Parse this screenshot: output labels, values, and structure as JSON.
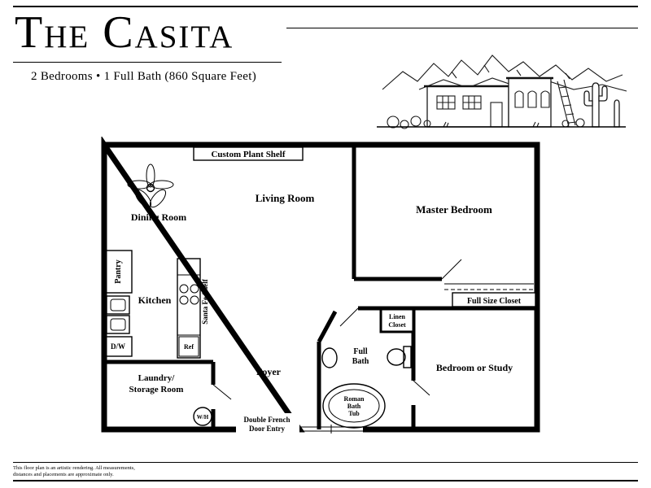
{
  "header": {
    "title": "The Casita",
    "subtitle": "2 Bedrooms • 1 Full Bath (860 Square Feet)"
  },
  "floorplan": {
    "labels": {
      "plant_shelf": "Custom Plant Shelf",
      "living_room": "Living Room",
      "dining_room": "Dining Room",
      "master_bedroom": "Master Bedroom",
      "closet": "Full Size Closet",
      "pantry": "Pantry",
      "kitchen": "Kitchen",
      "santa_fe_shelf": "Santa Fe Shelf",
      "dishwasher": "D/W",
      "refrigerator": "Ref",
      "laundry": [
        "Laundry/",
        "Storage Room"
      ],
      "water_heater": "W/H",
      "foyer": "Foyer",
      "entry": [
        "Double French",
        "Door Entry"
      ],
      "full_bath": [
        "Full",
        "Bath"
      ],
      "linen_closet": [
        "Linen",
        "Closet"
      ],
      "roman_tub": [
        "Roman",
        "Bath",
        "Tub"
      ],
      "bedroom_study": "Bedroom or Study"
    },
    "icons": {
      "ceiling_fan": "ceiling-fan-icon",
      "stove_burners": "stove-burners-icon",
      "refrigerator": "refrigerator-icon",
      "water_heater": "water-heater-icon",
      "sink": "sink-icon",
      "toilet": "toilet-icon",
      "roman_tub": "bathtub-icon"
    }
  },
  "illustration": {
    "name": "adobe-house-desert-sketch"
  },
  "footer": {
    "disclaimer": [
      "This floor plan is an artistic rendering.  All measurements,",
      "distances and placements are approximate only."
    ]
  },
  "colors": {
    "ink": "#000000",
    "paper": "#ffffff"
  }
}
